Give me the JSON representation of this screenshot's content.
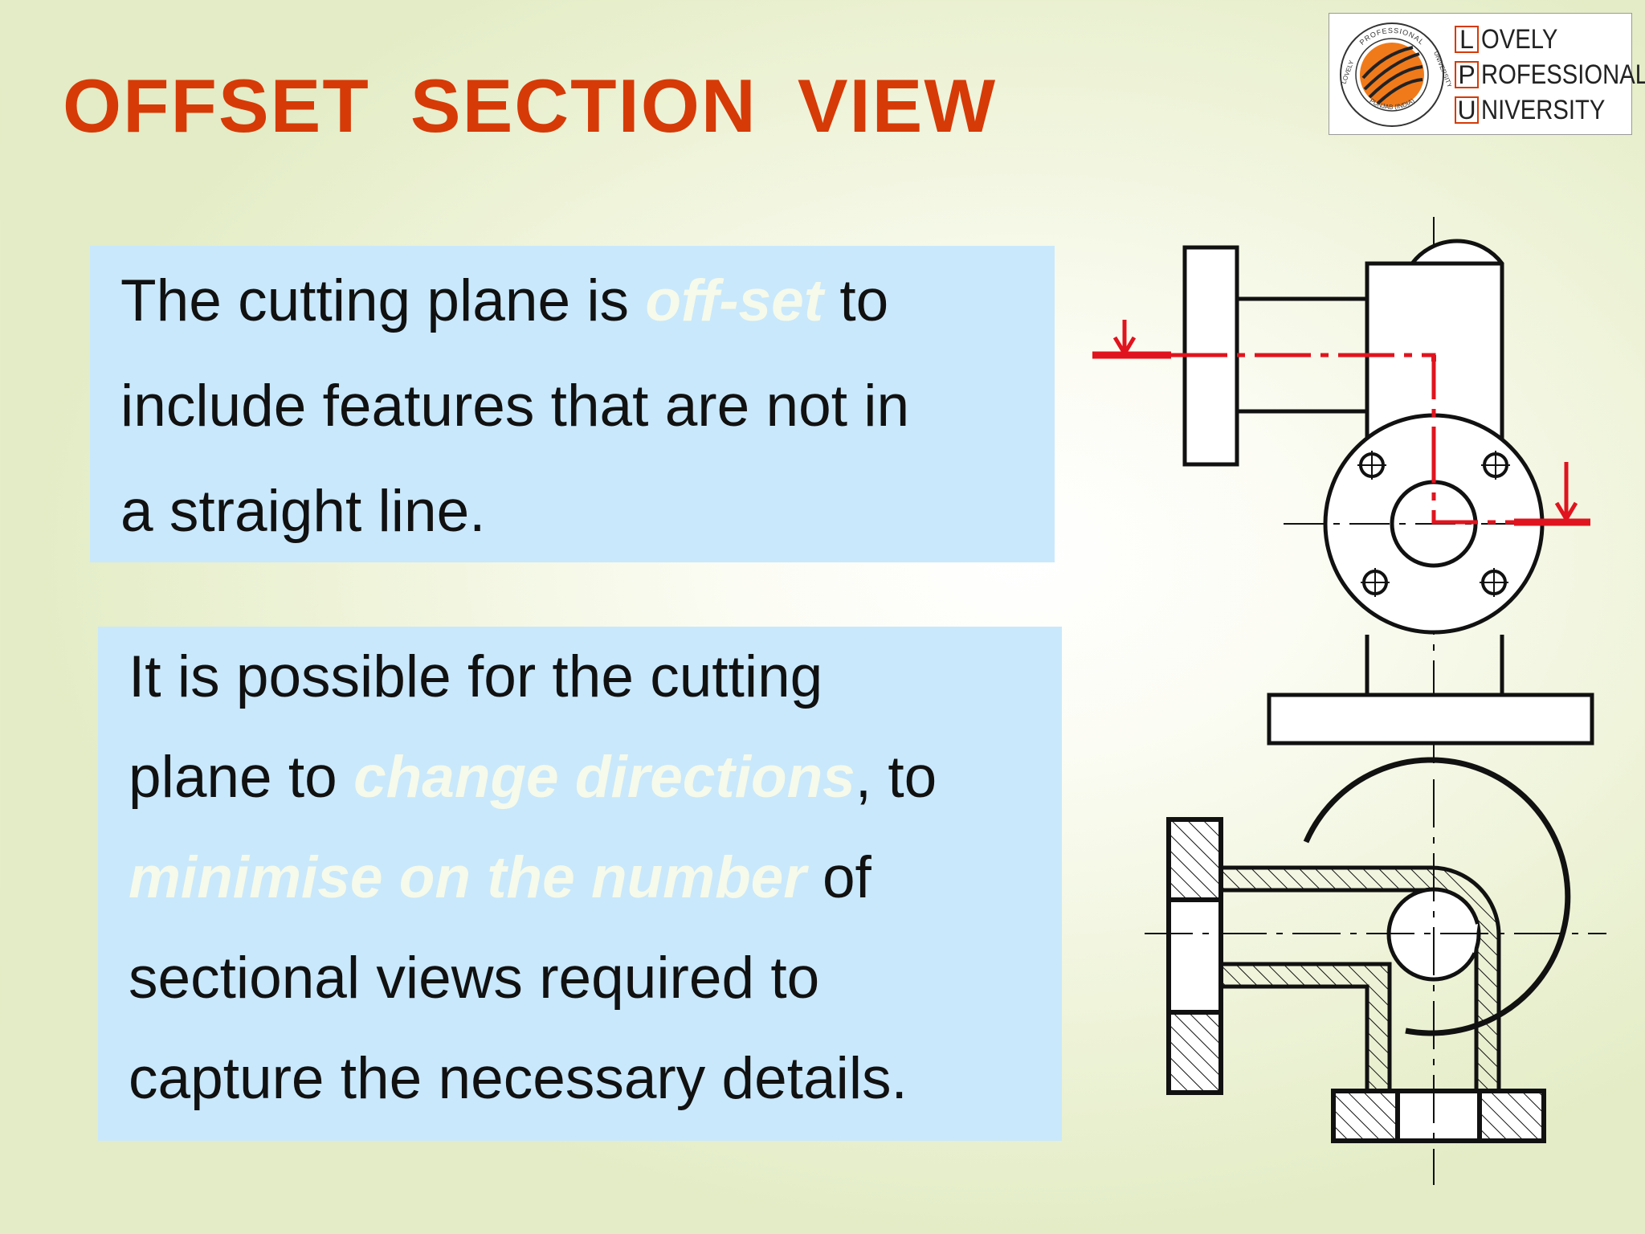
{
  "slide": {
    "title": "OFFSET  SECTION  VIEW"
  },
  "logo": {
    "seal_top": "PROFESSIONAL",
    "seal_left": "LOVELY",
    "seal_right": "UNIVERSITY",
    "seal_bottom": "PUNJAB (INDIA)",
    "rows": [
      {
        "letter": "L",
        "rest": "OVELY"
      },
      {
        "letter": "P",
        "rest": "ROFESSIONAL"
      },
      {
        "letter": "U",
        "rest": "NIVERSITY"
      }
    ]
  },
  "panel1": {
    "line1_pre": "The cutting plane is ",
    "line1_highlight": "off-set",
    "line1_post": " to",
    "line2": "include features that are not in",
    "line3": "a straight line."
  },
  "panel2": {
    "line1": "It is possible for the cutting",
    "line2_pre": "plane to ",
    "line2_highlight": "change directions",
    "line2_post": ", to",
    "line3_highlight": "minimise on the number",
    "line3_post": " of",
    "line4": "sectional views required to",
    "line5": "capture the necessary details."
  },
  "colors": {
    "title": "#d63a07",
    "panel": "#c9e8fc",
    "highlight_text": "#f6faea",
    "cutting_plane": "#e0141e",
    "logo_orange": "#f07a1a"
  }
}
